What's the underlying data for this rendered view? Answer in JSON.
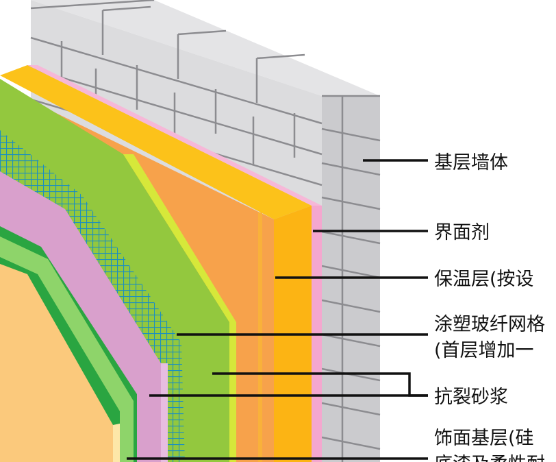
{
  "colors": {
    "brick_face": "#dcdcde",
    "brick_side": "#c8c8cb",
    "mortar": "#8c8c90",
    "interface_agent": "#f4a7cf",
    "insulation_front": "#f7a24b",
    "insulation_edge": "#fcb414",
    "anti_crack_mortar": "#93c83e",
    "mesh": "#1b8fc0",
    "finish_base": "#d9a0cc",
    "finish_green": "#2aa541",
    "finish_coat": "#fbc97c"
  },
  "labels": {
    "base_wall": "基层墙体",
    "interface_agent": "界面剂",
    "insulation": "保温层(按设",
    "mesh_line1": "涂塑玻纤网格",
    "mesh_line2": "(首层增加一",
    "anti_crack": "抗裂砂浆",
    "finish_base_line1": "饰面基层(硅",
    "finish_base_line2": "底漆及柔性耐"
  }
}
